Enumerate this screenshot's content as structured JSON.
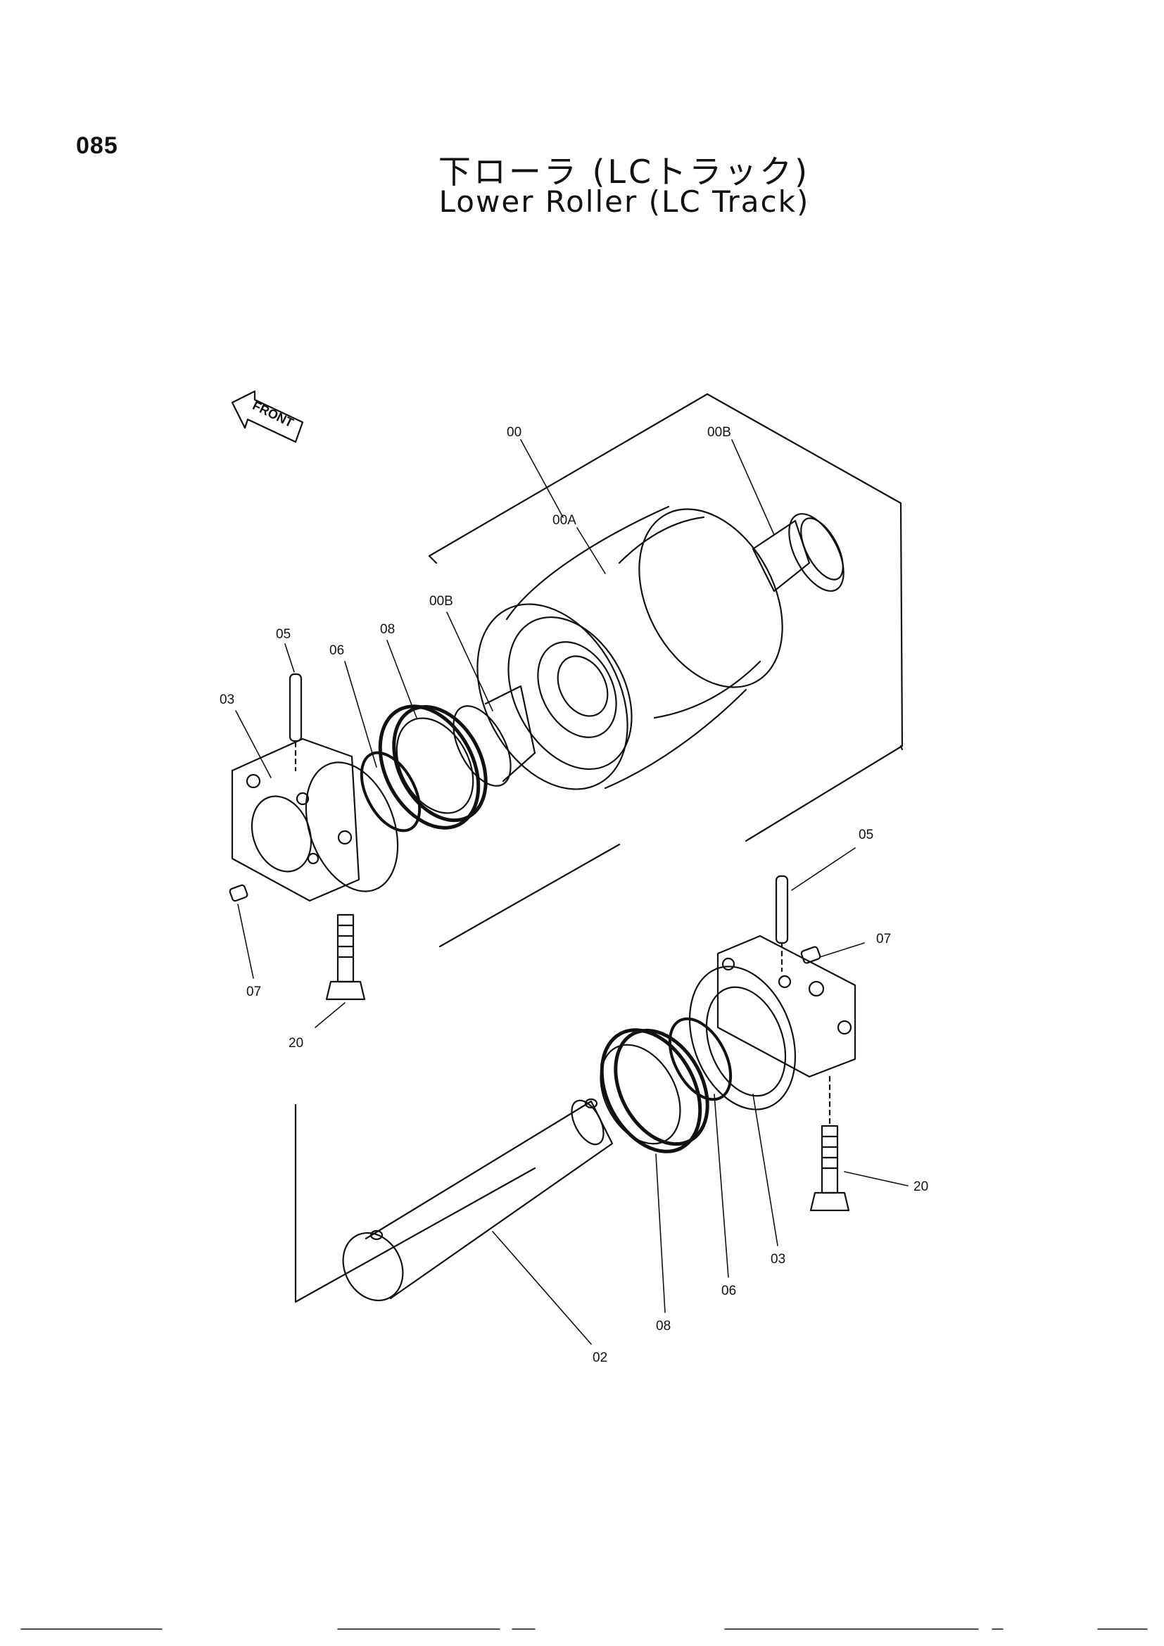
{
  "page_number": "085",
  "title_jp": "下ローラ (LCトラック)",
  "title_en": "Lower Roller (LC Track)",
  "front_label": "FRONT",
  "callouts": {
    "top_assembly": "00",
    "roller_shell": "00A",
    "bushing_right": "00B",
    "bushing_left": "00B",
    "pin_top": "05",
    "oring_top": "06",
    "seal_top": "08",
    "collar_top": "03",
    "plug_top": "07",
    "bolt_top": "20",
    "pin_bottom": "05",
    "plug_bottom": "07",
    "bolt_bottom": "20",
    "collar_bottom": "03",
    "oring_bottom": "06",
    "seal_bottom": "08",
    "shaft": "02"
  },
  "colors": {
    "ink": "#111111",
    "paper": "#ffffff"
  }
}
